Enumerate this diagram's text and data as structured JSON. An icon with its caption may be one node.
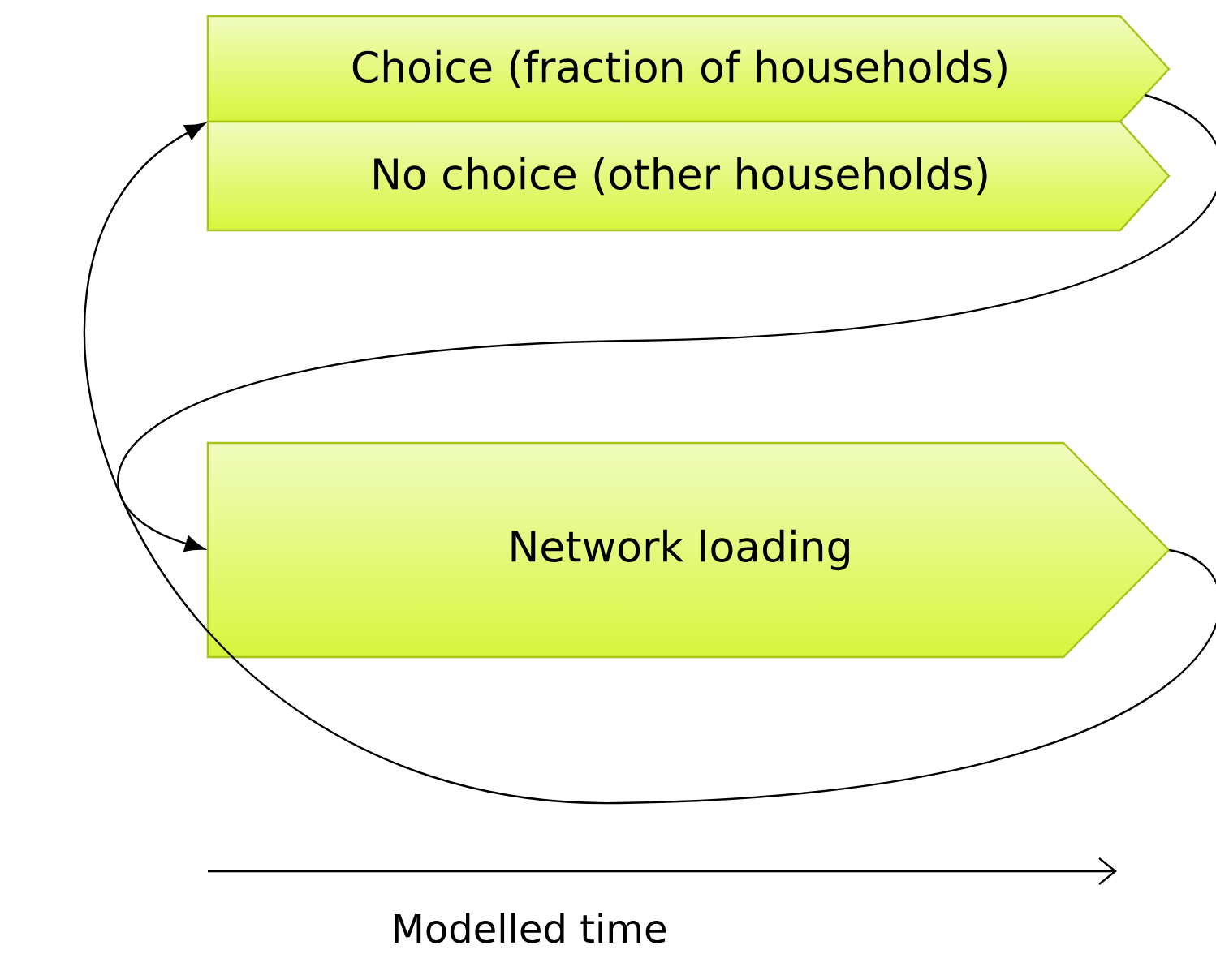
{
  "diagram": {
    "nodes": [
      {
        "text": [
          "Choice (fraction of households)"
        ]
      },
      {
        "text": [
          "No choice (other households)"
        ]
      },
      {
        "text": [
          "Network loading"
        ]
      }
    ],
    "edges": [
      {
        "from": 0,
        "to": 2,
        "arrow": "to"
      },
      {
        "from": 2,
        "to": 0,
        "arrow": "to"
      }
    ],
    "labels": [
      "Modelled time"
    ]
  }
}
